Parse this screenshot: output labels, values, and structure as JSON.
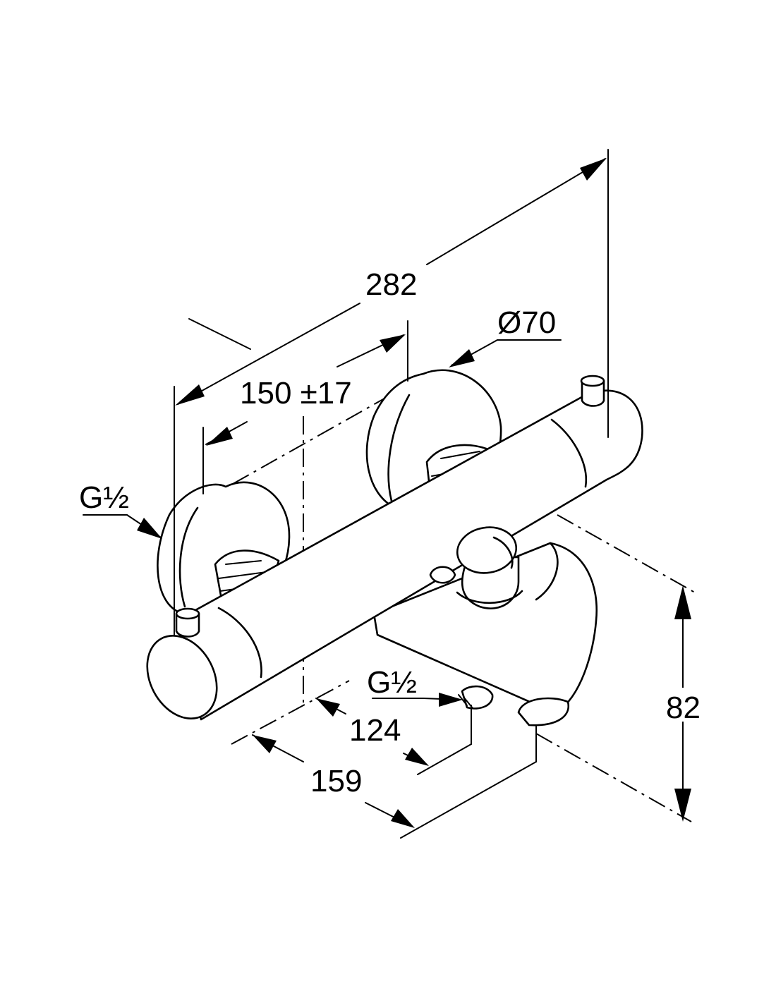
{
  "diagram": {
    "dimensions": {
      "total_length": "282",
      "center_distance": "150 ±17",
      "escutcheon_diameter": "Ø70",
      "inlet_thread": "G½",
      "outlet_thread": "G½",
      "outlet_offset": "124",
      "spout_projection": "159",
      "height": "82"
    },
    "colors": {
      "line": "#000000",
      "background": "#ffffff"
    }
  }
}
